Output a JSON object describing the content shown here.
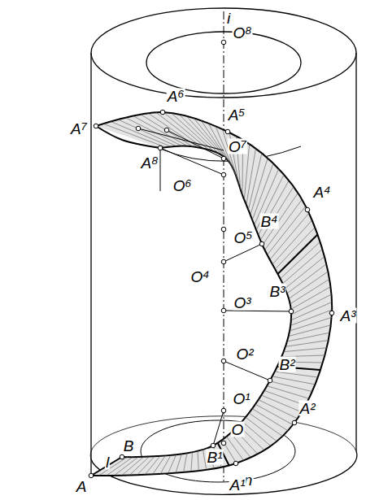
{
  "diagram": {
    "labels": [
      "i",
      "O⁸",
      "A⁶",
      "A⁵",
      "A⁷",
      "O⁷",
      "A⁸",
      "O⁶",
      "A⁴",
      "O⁵",
      "B⁴",
      "O⁴",
      "B³",
      "O³",
      "A³",
      "O²",
      "B²",
      "O¹",
      "A²",
      "B",
      "O",
      "B¹",
      "l",
      "n",
      "A",
      "A¹"
    ]
  }
}
